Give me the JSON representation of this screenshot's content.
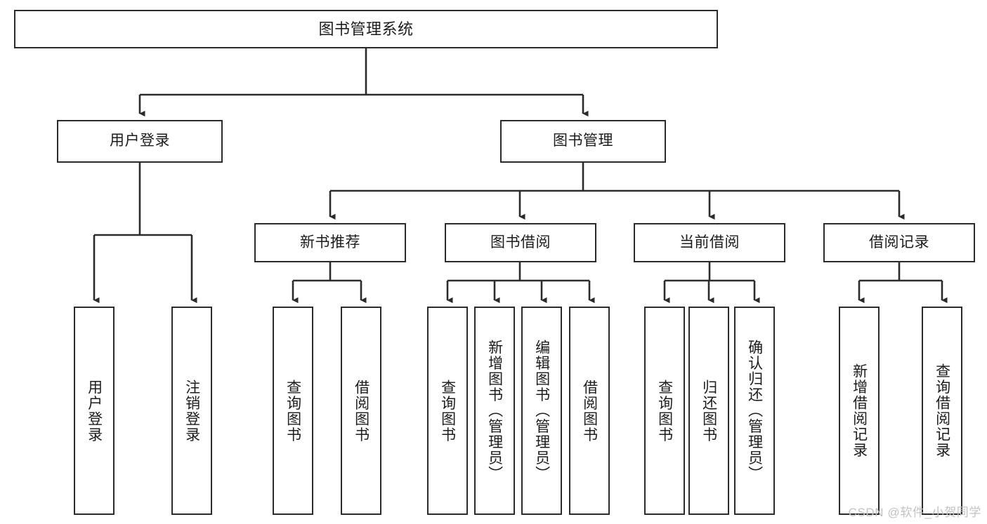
{
  "diagram": {
    "title": "图书管理系统",
    "type": "hierarchy-tree",
    "background_color": "#ffffff",
    "box_border_color": "#2b2b2b",
    "box_fill_color": "#ffffff",
    "connector_color": "#2b2b2b",
    "nodes": {
      "root": {
        "label": "图书管理系统"
      },
      "level1": [
        {
          "label": "用户登录"
        },
        {
          "label": "图书管理"
        }
      ],
      "level2": [
        {
          "label": "新书推荐"
        },
        {
          "label": "图书借阅"
        },
        {
          "label": "当前借阅"
        },
        {
          "label": "借阅记录"
        }
      ],
      "leaves_user_login": [
        {
          "label": "用户登录"
        },
        {
          "label": "注销登录"
        }
      ],
      "leaves_new_books": [
        {
          "label": "查询图书"
        },
        {
          "label": "借阅图书"
        }
      ],
      "leaves_borrow": [
        {
          "label": "查询图书"
        },
        {
          "label": "新增图书（管理员）"
        },
        {
          "label": "编辑图书（管理员）"
        },
        {
          "label": "借阅图书"
        }
      ],
      "leaves_current": [
        {
          "label": "查询图书"
        },
        {
          "label": "归还图书"
        },
        {
          "label": "确认归还（管理员）"
        }
      ],
      "leaves_records": [
        {
          "label": "新增借阅记录"
        },
        {
          "label": "查询借阅记录"
        }
      ]
    }
  },
  "watermark": {
    "text": "CSDN @软件_小贺同学",
    "color": "#c2c2c2"
  }
}
